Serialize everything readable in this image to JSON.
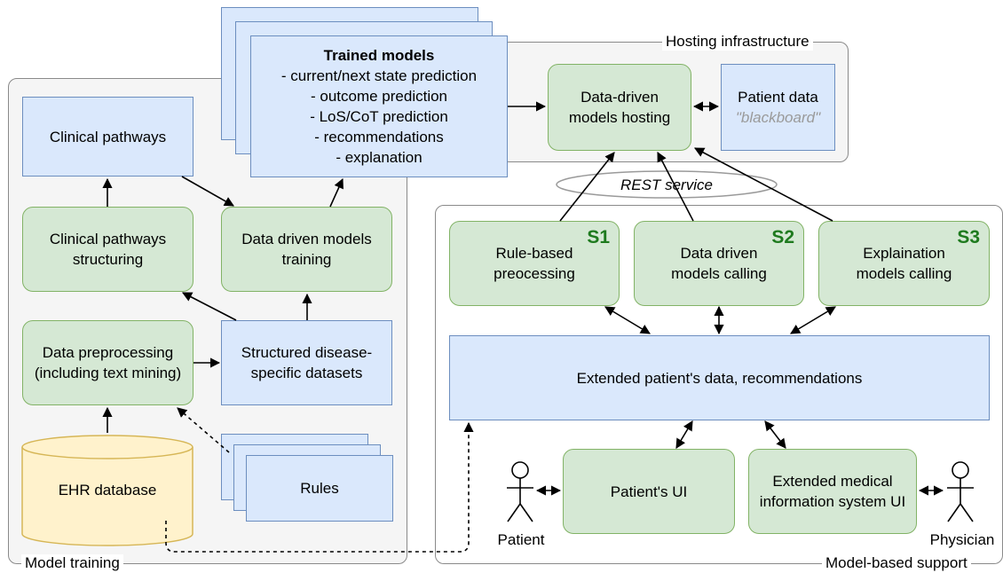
{
  "groups": {
    "model_training": "Model training",
    "hosting": "Hosting infrastructure",
    "support": "Model-based support"
  },
  "trained_models": {
    "title": "Trained models",
    "items": [
      "- current/next state prediction",
      "- outcome prediction",
      "- LoS/CoT prediction",
      "- recommendations",
      "- explanation"
    ]
  },
  "training": {
    "clinical_pathways": "Clinical pathways",
    "pathways_structuring": [
      "Clinical pathways",
      "structuring"
    ],
    "models_training": [
      "Data driven models",
      "training"
    ],
    "preprocessing": [
      "Data preprocessing",
      "(including text mining)"
    ],
    "datasets": [
      "Structured disease-",
      "specific datasets"
    ],
    "ehr": "EHR database",
    "rules": "Rules"
  },
  "hosting": {
    "models_hosting": [
      "Data-driven",
      "models hosting"
    ],
    "patient_data": "Patient data",
    "blackboard": "\"blackboard\"",
    "rest": "REST service"
  },
  "support": {
    "s1": {
      "tag": "S1",
      "lines": [
        "Rule-based",
        "preocessing"
      ]
    },
    "s2": {
      "tag": "S2",
      "lines": [
        "Data driven",
        "models calling"
      ]
    },
    "s3": {
      "tag": "S3",
      "lines": [
        "Explaination",
        "models calling"
      ]
    },
    "extended": "Extended patient's data, recommendations",
    "patient_ui": "Patient's UI",
    "medical_ui": [
      "Extended medical",
      "information system UI"
    ],
    "patient": "Patient",
    "physician": "Physician"
  },
  "colors": {
    "blue_fill": "#dae8fc",
    "blue_stroke": "#6c8ebf",
    "green_fill": "#d5e8d4",
    "green_stroke": "#82b366",
    "yellow_fill": "#fff2cc",
    "yellow_stroke": "#d6b656",
    "tag_green": "#1e7a1e"
  }
}
